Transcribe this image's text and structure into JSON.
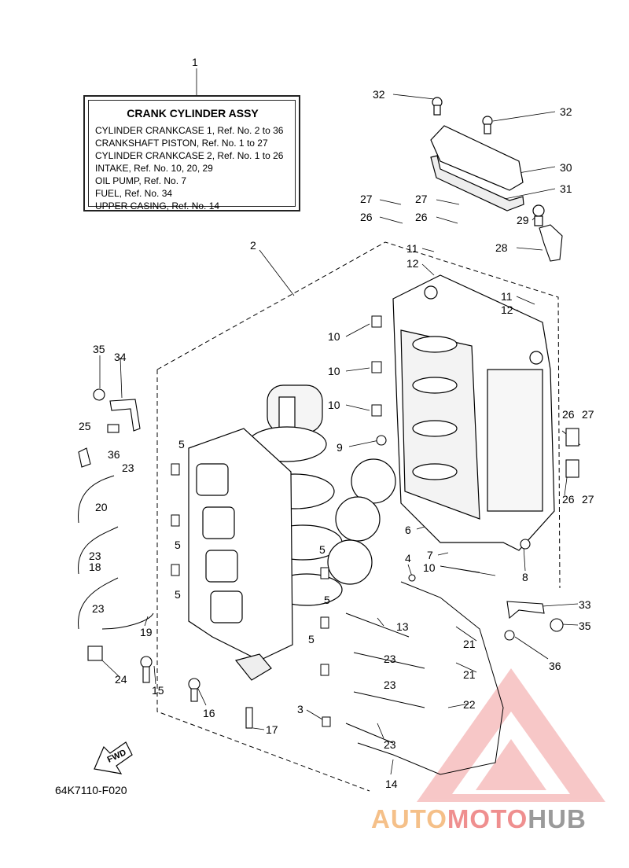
{
  "assy": {
    "title": "CRANK CYLINDER ASSY",
    "lines": [
      "CYLINDER CRANKCASE 1,  Ref. No. 2 to 36",
      "CRANKSHAFT PISTON,  Ref. No. 1 to 27",
      "CYLINDER CRANKCASE 2,  Ref. No. 1 to 26",
      "INTAKE,  Ref. No. 10, 20, 29",
      "OIL PUMP,  Ref. No. 7",
      "FUEL,  Ref. No. 34",
      "UPPER CASING,  Ref. No. 14"
    ]
  },
  "callouts": [
    {
      "text": "1"
    },
    {
      "text": "2"
    },
    {
      "text": "32"
    },
    {
      "text": "32"
    },
    {
      "text": "30"
    },
    {
      "text": "31"
    },
    {
      "text": "27"
    },
    {
      "text": "27"
    },
    {
      "text": "26"
    },
    {
      "text": "26"
    },
    {
      "text": "29"
    },
    {
      "text": "28"
    },
    {
      "text": "11"
    },
    {
      "text": "12"
    },
    {
      "text": "11"
    },
    {
      "text": "12"
    },
    {
      "text": "10"
    },
    {
      "text": "10"
    },
    {
      "text": "10"
    },
    {
      "text": "35"
    },
    {
      "text": "34"
    },
    {
      "text": "25"
    },
    {
      "text": "36"
    },
    {
      "text": "9"
    },
    {
      "text": "26"
    },
    {
      "text": "27"
    },
    {
      "text": "26"
    },
    {
      "text": "27"
    },
    {
      "text": "5"
    },
    {
      "text": "23"
    },
    {
      "text": "20"
    },
    {
      "text": "5"
    },
    {
      "text": "23"
    },
    {
      "text": "18"
    },
    {
      "text": "5"
    },
    {
      "text": "23"
    },
    {
      "text": "19"
    },
    {
      "text": "24"
    },
    {
      "text": "15"
    },
    {
      "text": "16"
    },
    {
      "text": "17"
    },
    {
      "text": "6"
    },
    {
      "text": "7"
    },
    {
      "text": "4"
    },
    {
      "text": "10"
    },
    {
      "text": "8"
    },
    {
      "text": "5"
    },
    {
      "text": "5"
    },
    {
      "text": "13"
    },
    {
      "text": "5"
    },
    {
      "text": "23"
    },
    {
      "text": "21"
    },
    {
      "text": "21"
    },
    {
      "text": "23"
    },
    {
      "text": "22"
    },
    {
      "text": "3"
    },
    {
      "text": "23"
    },
    {
      "text": "14"
    },
    {
      "text": "33"
    },
    {
      "text": "35"
    },
    {
      "text": "36"
    }
  ],
  "fwd_label": "FWD",
  "diagram_code": "64K7110-F020",
  "watermark": {
    "part1": "AUTO",
    "part2": "MOTO",
    "part3": "HUB",
    "color1": "#f5c089",
    "color2": "#ef8f8f",
    "color3": "#9a9a9a"
  }
}
